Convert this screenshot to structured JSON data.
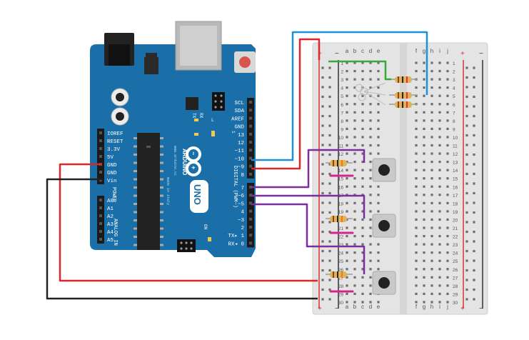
{
  "board": {
    "brand": "ARDUINO",
    "model": "UNO",
    "url": "www.arduino.cc",
    "made_in": "made in italy",
    "tx_label": "TX",
    "rx_label": "RX",
    "one_label": "1",
    "on_label": "ON",
    "l_label": "L",
    "digital_label": "DIGITAL (PWM~)",
    "power_label": "POWER",
    "analog_label": "ANALOG IN",
    "top_header": [
      "SCL",
      "SDA",
      "AREF",
      "GND",
      "13",
      "12",
      "~11",
      "~10",
      "~9",
      "8"
    ],
    "digital_header": [
      "7",
      "~6",
      "~5",
      "4",
      "~3",
      "2",
      "TX▸ 1",
      "RX◂ 0"
    ],
    "power_header": [
      "IOREF",
      "RESET",
      "3.3V",
      "5V",
      "GND",
      "GND",
      "Vin"
    ],
    "analog_header": [
      "A0",
      "A1",
      "A2",
      "A3",
      "A4",
      "A5"
    ]
  },
  "breadboard": {
    "col_letters_left": [
      "a",
      "b",
      "c",
      "d",
      "e"
    ],
    "col_letters_right": [
      "f",
      "g",
      "h",
      "i",
      "j"
    ],
    "rows": [
      "1",
      "2",
      "3",
      "4",
      "5",
      "6",
      "7",
      "8",
      "9",
      "10",
      "11",
      "12",
      "13",
      "14",
      "15",
      "16",
      "17",
      "18",
      "19",
      "20",
      "21",
      "22",
      "23",
      "24",
      "25",
      "26",
      "27",
      "28",
      "29",
      "30"
    ],
    "rail_plus": "+",
    "rail_minus": "−"
  },
  "components": {
    "buttons": [
      "button-row-13",
      "button-row-21",
      "button-row-28"
    ],
    "resistors": [
      "resistor-led-1",
      "resistor-led-2",
      "resistor-led-3",
      "resistor-btn-1",
      "resistor-btn-2",
      "resistor-btn-3"
    ]
  },
  "colors": {
    "board_blue": "#1b6fa8",
    "board_dark": "#165f92",
    "wire_red": "#e0262b",
    "wire_black": "#222222",
    "wire_blue": "#1e90d8",
    "wire_green": "#3aa83a",
    "wire_purple": "#7b2f9c",
    "wire_magenta": "#d6258f",
    "breadboard": "#e6e6e6",
    "rail_red": "#d33",
    "rail_blue": "#333"
  }
}
